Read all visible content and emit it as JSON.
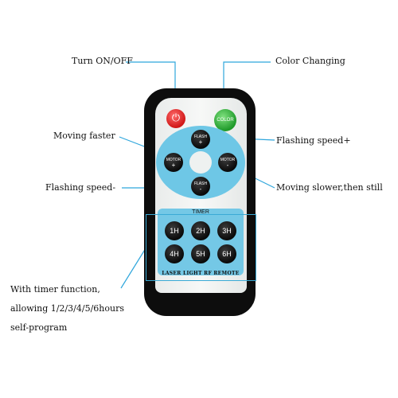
{
  "labels": {
    "turn_on_off": "Turn ON/OFF",
    "color_changing": "Color Changing",
    "moving_faster": "Moving faster",
    "flashing_speed_plus": "Flashing speed+",
    "flashing_speed_minus": "Flashing speed-",
    "moving_slower": "Moving slower,then still",
    "timer_line1": "With timer function,",
    "timer_line2": "allowing 1/2/3/4/5/6hours",
    "timer_line3": "self-program"
  },
  "remote": {
    "power_symbol": "⏻",
    "color_button": "COLOR",
    "flash_up": {
      "text": "FLASH",
      "sign": "+"
    },
    "flash_down": {
      "text": "FLASH",
      "sign": "-"
    },
    "motor_left": {
      "text": "MOTOR",
      "sign": "+"
    },
    "motor_right": {
      "text": "MOTOR",
      "sign": "-"
    },
    "timer_label": "TIMER",
    "timer_buttons": [
      "1H",
      "2H",
      "3H",
      "4H",
      "5H",
      "6H"
    ],
    "brand_text": "LASER LIGHT RF REMOTE"
  },
  "colors": {
    "callout_line": "#2fa6dc",
    "pad": "#6ec7e6",
    "power": "#d01818",
    "color_btn": "#1f9a2a"
  }
}
